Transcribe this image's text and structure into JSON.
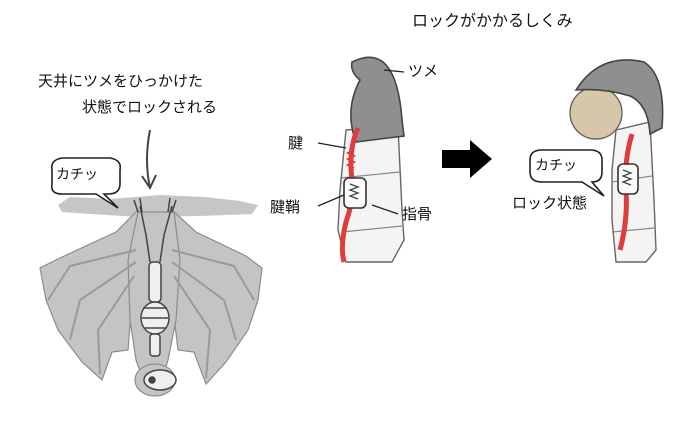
{
  "title": "ロックがかかるしくみ",
  "caption_line1": "天井にツメをひっかけた",
  "caption_line2": "状態でロックされる",
  "bubble_left": "カチッ",
  "bubble_right": "カチッ",
  "labels": {
    "claw": "ツメ",
    "tendon": "腱",
    "tendon_sheath": "腱鞘",
    "phalanx": "指骨",
    "locked_state": "ロック状態"
  },
  "colors": {
    "tendon": "#e03c3c",
    "claw": "#9a9a9a",
    "bat": "#bdbdbd",
    "bone": "#f6f6f6",
    "pad": "#d7c7a8",
    "arrow": "#000000"
  }
}
